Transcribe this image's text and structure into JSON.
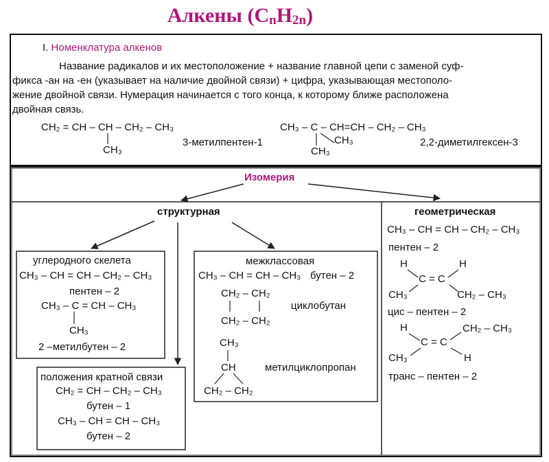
{
  "title": {
    "main": "Алкены (C",
    "n1": "n",
    "h": "H",
    "n2": "2n",
    "close": ")"
  },
  "nomenclature": {
    "heading_num": "I.",
    "heading_text": "Номенклатура алкенов",
    "rule_lines": [
      "Название радикалов и их местоположение +  название главной цепи с заменой суф-",
      "фикса -ан на -ен (указывает на наличие двойной связи) + цифра, указывающая местополо-",
      "жение двойной связи. Нумерация начинается с того конца, к которому ближе расположена",
      "двойная связь."
    ],
    "ex1_chain": "CH₂ = CH – CH – CH₂ – CH₃",
    "ex1_branch": "CH₃",
    "ex1_name": "3-метилпентен-1",
    "ex2_chain": "CH₃ – C – CH=CH – CH₂ – CH₃",
    "ex2_branch_right": "CH₃",
    "ex2_branch_down": "CH₃",
    "ex2_name": "2,2-диметилгексен-3"
  },
  "isomerism": {
    "heading": "Изомерия",
    "structural": {
      "heading": "структурная",
      "skeleton": {
        "title": "углеродного скелета",
        "f1": "CH₃ – CH = CH – CH₂ – CH₃",
        "n1": "пентен – 2",
        "f2": "CH₃ – C = CH – CH₃",
        "f2_branch": "CH₃",
        "n2": "2 –метилбутен – 2"
      },
      "position": {
        "title": "положения кратной связи",
        "f1": "CH₂ = CH – CH₂ – CH₃",
        "n1": "бутен – 1",
        "f2": "CH₃ – CH = CH – CH₃",
        "n2": "бутен – 2"
      },
      "interclass": {
        "title": "межклассовая",
        "f1": "CH₃ – CH = CH – CH₃",
        "n1": "бутен – 2",
        "cb_top": "CH₂ – CH₂",
        "cb_bottom": "CH₂ – CH₂",
        "cb_name": "циклобутан",
        "mc_top": "CH₃",
        "mc_mid": "CH",
        "mc_bottom": "CH₂ – CH₂",
        "mc_name": "метилциклопропан"
      }
    },
    "geometric": {
      "heading": "геометрическая",
      "f1": "CH₃ – CH = CH – CH₂ – CH₃",
      "n1": "пентен – 2",
      "cis": {
        "h_left": "H",
        "h_right": "H",
        "cc": "C = C",
        "left": "CH₃",
        "right": "CH₂ – CH₃",
        "name": "цис – пентен – 2"
      },
      "trans": {
        "h_left": "H",
        "top_right": "CH₂ – CH₃",
        "cc": "C = C",
        "left": "CH₃",
        "h_right": "H",
        "name": "транс – пентен – 2"
      }
    }
  }
}
